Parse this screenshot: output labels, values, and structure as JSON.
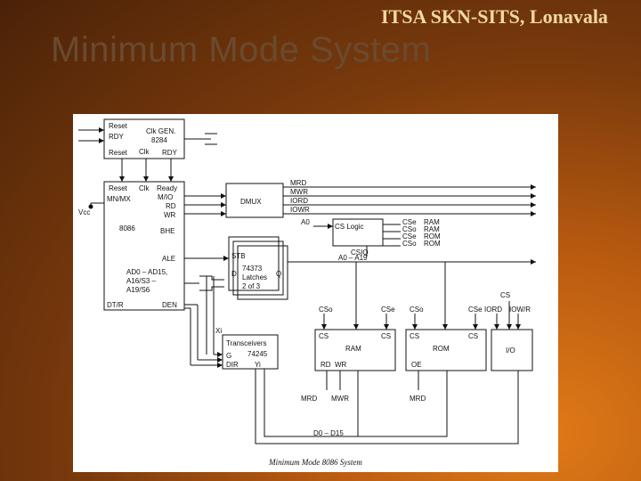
{
  "slide": {
    "title": "Minimum Mode System",
    "org": "ITSA SKN-SITS, Lonavala",
    "caption": "Minimum Mode 8086 System"
  },
  "diagram": {
    "clk": {
      "reset_in": "Reset",
      "rdy_in": "RDY",
      "name": "Clk GEN.",
      "num": "8284",
      "reset_out": "Reset",
      "clk_out": "Clk",
      "rdy_out": "RDY"
    },
    "cpu": {
      "reset": "Reset",
      "clk": "Clk",
      "ready": "Ready",
      "mnmx": "MN/MX",
      "vcc": "Vcc",
      "name": "8086",
      "mio": "M/IO",
      "rd": "RD",
      "wr": "WR",
      "bhe": "BHE",
      "ale": "ALE",
      "ad1": "AD0 – AD15,",
      "ad2": "A16/S3 –",
      "ad3": "A19/S6",
      "dtr": "DT/R",
      "den": "DEN"
    },
    "dmux": {
      "name": "DMUX",
      "mrd": "MRD",
      "mwr": "MWR",
      "iord": "IORD",
      "iowr": "IOWR"
    },
    "cs_logic": {
      "name": "CS Logic",
      "a0": "A0",
      "csio": "CSIO",
      "cs1": "CSe",
      "cs2": "CSo",
      "cs3": "CSe",
      "cs4": "CSo",
      "ram1": "RAM",
      "ram2": "RAM",
      "rom1": "ROM",
      "rom2": "ROM"
    },
    "latch": {
      "stb": "STB",
      "num": "74373",
      "name": "Latches",
      "count": "2 of 3",
      "d": "D",
      "q": "Q",
      "bus": "A0 – A19"
    },
    "xcvr": {
      "name": "Transceivers",
      "num": "74245",
      "g": "G",
      "dir": "DIR",
      "xi": "Xi",
      "yi": "Yi"
    },
    "ram": {
      "cso": "CSo",
      "cse": "CSe",
      "cs_l": "CS",
      "cs_r": "CS",
      "name": "RAM",
      "rd": "RD",
      "wr": "WR",
      "mrd": "MRD",
      "mwr": "MWR"
    },
    "rom": {
      "cso": "CSo",
      "cse": "CSe",
      "cs_l": "CS",
      "cs_r": "CS",
      "name": "ROM",
      "oe": "OE",
      "mrd": "MRD"
    },
    "io": {
      "cs": "CS",
      "iord": "IORD",
      "iowr": "IOW/R",
      "name": "I/O"
    },
    "bus": {
      "data": "D0 – D15"
    }
  }
}
